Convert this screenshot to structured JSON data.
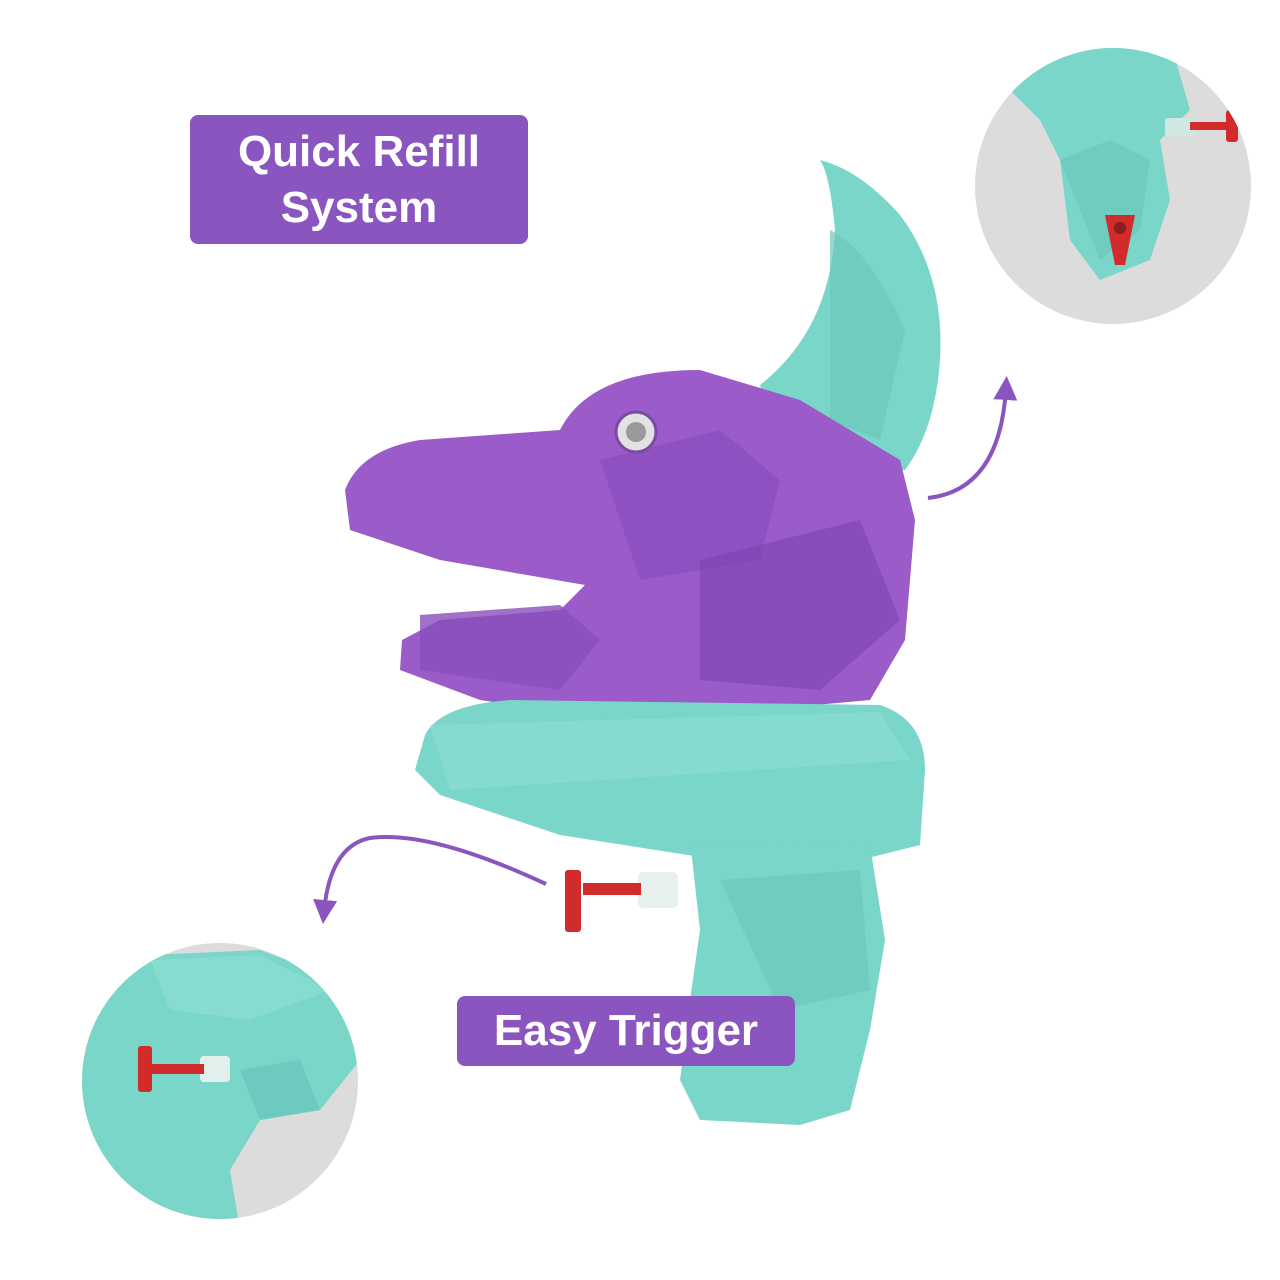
{
  "labels": {
    "refill_line1": "Quick Refill",
    "refill_line2": "System",
    "trigger": "Easy Trigger"
  },
  "colors": {
    "label_bg": "#8a55bf",
    "label_text": "#ffffff",
    "toy_teal": "#79d6c9",
    "toy_purple": "#9b5cc9",
    "plunger_red": "#d12b2b",
    "zoom_circle_bg": "#dcdcdc",
    "arrow": "#8a55bf"
  },
  "icons": {
    "refill_arrow": "curved-arrow-up-icon",
    "trigger_arrow": "curved-arrow-down-left-icon"
  }
}
